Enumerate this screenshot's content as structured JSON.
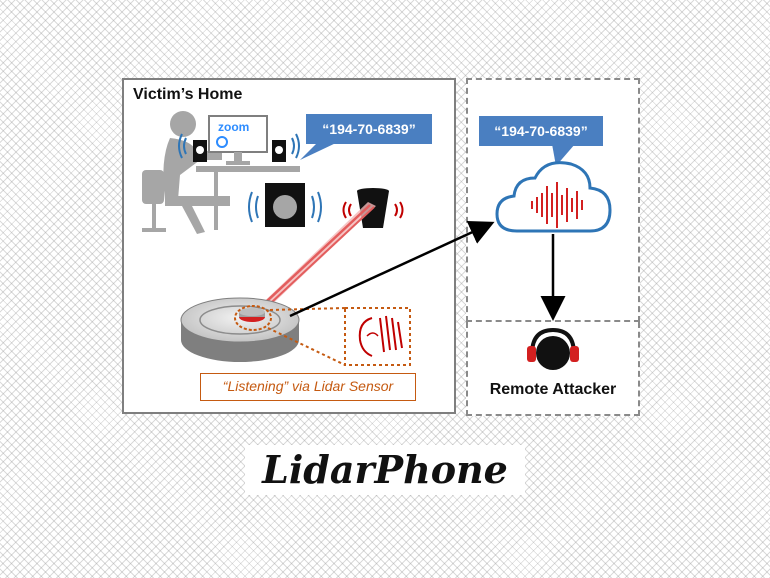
{
  "home": {
    "title": "Victim’s Home",
    "speech": "“194-70-6839”",
    "zoom_label": "zoom",
    "caption": "“Listening” via Lidar Sensor"
  },
  "cloud": {
    "speech": "“194-70-6839”"
  },
  "attacker": {
    "label": "Remote Attacker"
  },
  "footer": {
    "title": "LidarPhone"
  },
  "colors": {
    "speech_bubble": "#4a7fc1",
    "laser": "#e35d5d",
    "caption_border": "#c55a11",
    "cloud_outline": "#2e75b6",
    "figure": "#a6a6a6"
  },
  "icons": [
    "person-at-desk-icon",
    "monitor-icon",
    "speaker-icon",
    "subwoofer-icon",
    "trash-can-icon",
    "robot-vacuum-icon",
    "ear-icon",
    "cloud-icon",
    "waveform-icon",
    "hacker-icon"
  ]
}
